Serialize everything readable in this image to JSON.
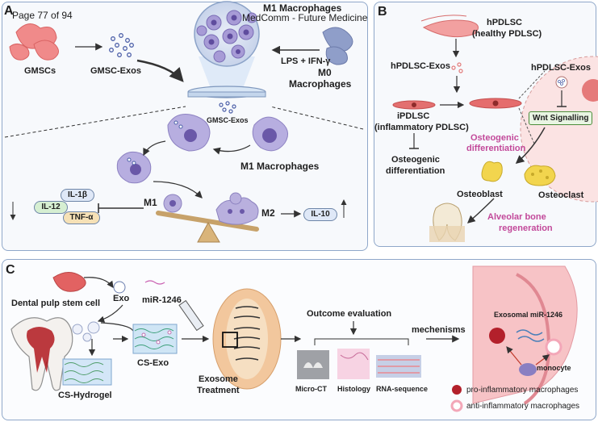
{
  "header": {
    "page_counter": "Page 77 of 94",
    "journal": "MedComm - Future Medicine"
  },
  "panel_a": {
    "letter": "A",
    "gmscs": "GMSCs",
    "gmsc_exos": "GMSC-Exos",
    "m1_top": "M1 Macrophages",
    "lps": "LPS + IFN-γ",
    "m0": "M0",
    "m0_sub": "Macrophages",
    "gmsc_exos_mid": "GMSC-Exos",
    "m1_mid": "M1 Macrophages",
    "il1b": "IL-1β",
    "il12": "IL-12",
    "tnfa": "TNF-α",
    "m1_scale": "M1",
    "m2_scale": "M2",
    "il10": "IL-10"
  },
  "panel_b": {
    "letter": "B",
    "hpdlsc": "hPDLSC",
    "hpdlsc_sub": "(healthy PDLSC)",
    "hpdlsc_exos_left": "hPDLSC-Exos",
    "hpdlsc_exos_right": "hPDLSC-Exos",
    "ipdlsc": "iPDLSC",
    "ipdlsc_sub": "(inflammatory PDLSC)",
    "wnt": "Wnt Signalling",
    "osteo_diff_pink_1": "Osteogenic",
    "osteo_diff_pink_2": "differentiation",
    "osteo_diff_black_1": "Osteogenic",
    "osteo_diff_black_2": "differentiation",
    "osteoblast": "Osteoblast",
    "osteoclast": "Osteoclast",
    "alveolar_1": "Alveolar bone",
    "alveolar_2": "regeneration"
  },
  "panel_c": {
    "letter": "C",
    "dpsc": "Dental pulp stem cell",
    "exo": "Exo",
    "mir": "miR-1246",
    "cs_exo": "CS-Exo",
    "cs_hydrogel": "CS-Hydrogel",
    "exosome_treatment_1": "Exosome",
    "exosome_treatment_2": "Treatment",
    "outcome": "Outcome evaluation",
    "mechanisms": "mechenisms",
    "micro_ct": "Micro-CT",
    "histology": "Histology",
    "rna_seq": "RNA-sequence",
    "exosomal_mir": "Exosomal miR-1246",
    "monocyte": "monocyte",
    "pro_legend": "pro-inflammatory macrophages",
    "anti_legend": "anti-inflammatory macrophages"
  },
  "colors": {
    "panel_border": "#8fa7c9",
    "macrophage_purple": "#9b8fc9",
    "stem_cell_pink": "#e46a6a",
    "osteo_pink": "#c2499a",
    "wnt_green": "#4c8d3b",
    "pro_macrophage": "#b3202b",
    "anti_macrophage": "#f3a7b8"
  }
}
